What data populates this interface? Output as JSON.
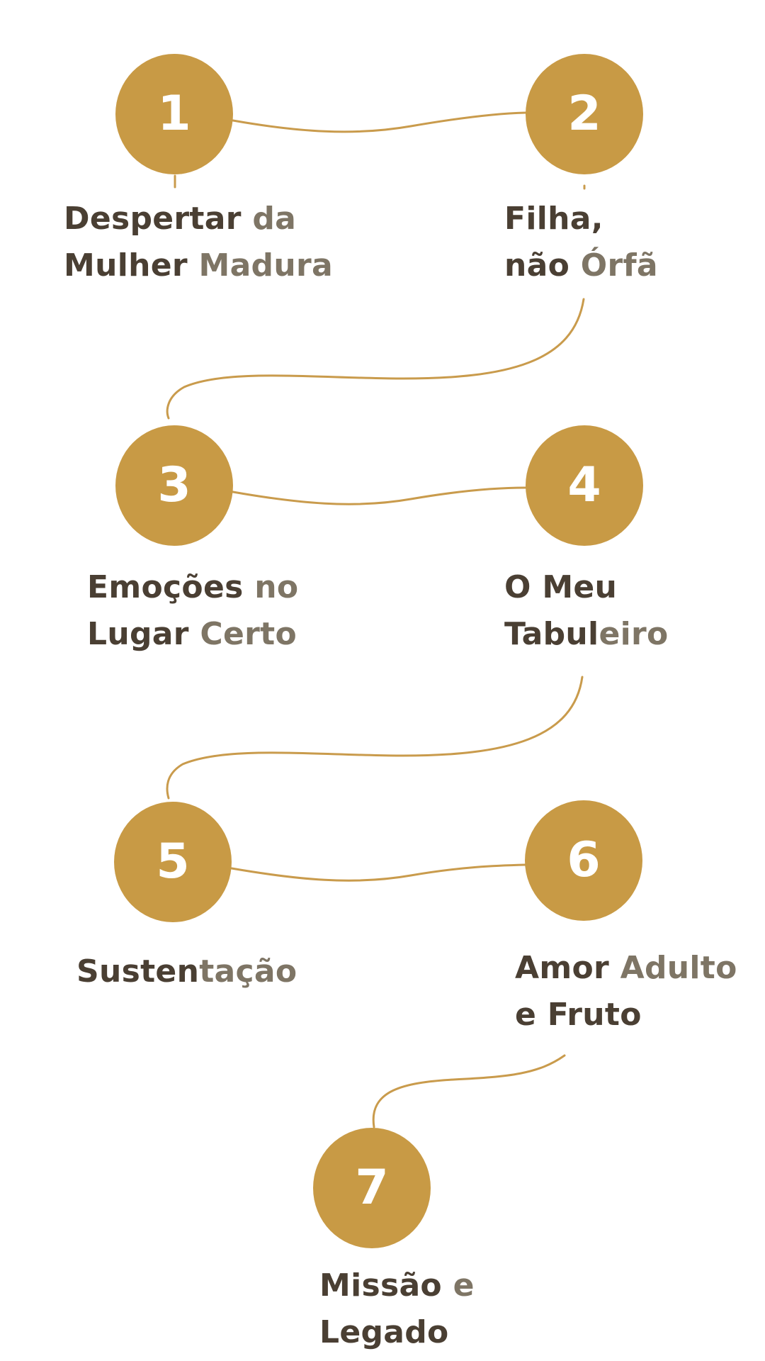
{
  "colors": {
    "circle_fill": "#c89a45",
    "connector": "#c99b4c",
    "number_text": "#ffffff",
    "label_dark": "#4a3f33",
    "label_muted": "#7e7565"
  },
  "steps": [
    {
      "number": "1",
      "label_line1_dark": "Despertar ",
      "label_line1_muted": "da",
      "label_line2_dark": "Mulher ",
      "label_line2_muted": "Madura"
    },
    {
      "number": "2",
      "label_line1_dark": "Filha,",
      "label_line1_muted": "",
      "label_line2_dark": "não ",
      "label_line2_muted": "Órfã"
    },
    {
      "number": "3",
      "label_line1_dark": "Emoções ",
      "label_line1_muted": "no",
      "label_line2_dark": "Lugar ",
      "label_line2_muted": "Certo"
    },
    {
      "number": "4",
      "label_line1_dark": "O Meu",
      "label_line1_muted": "",
      "label_line2_dark": "Tabul",
      "label_line2_muted": "eiro"
    },
    {
      "number": "5",
      "label_line1_dark": "Susten",
      "label_line1_muted": "tação",
      "label_line2_dark": "",
      "label_line2_muted": ""
    },
    {
      "number": "6",
      "label_line1_dark": "Amor ",
      "label_line1_muted": "Adulto",
      "label_line2_dark": "e Fruto",
      "label_line2_muted": ""
    },
    {
      "number": "7",
      "label_line1_dark": "Missão ",
      "label_line1_muted": "e",
      "label_line2_dark": "Legado",
      "label_line2_muted": ""
    }
  ]
}
